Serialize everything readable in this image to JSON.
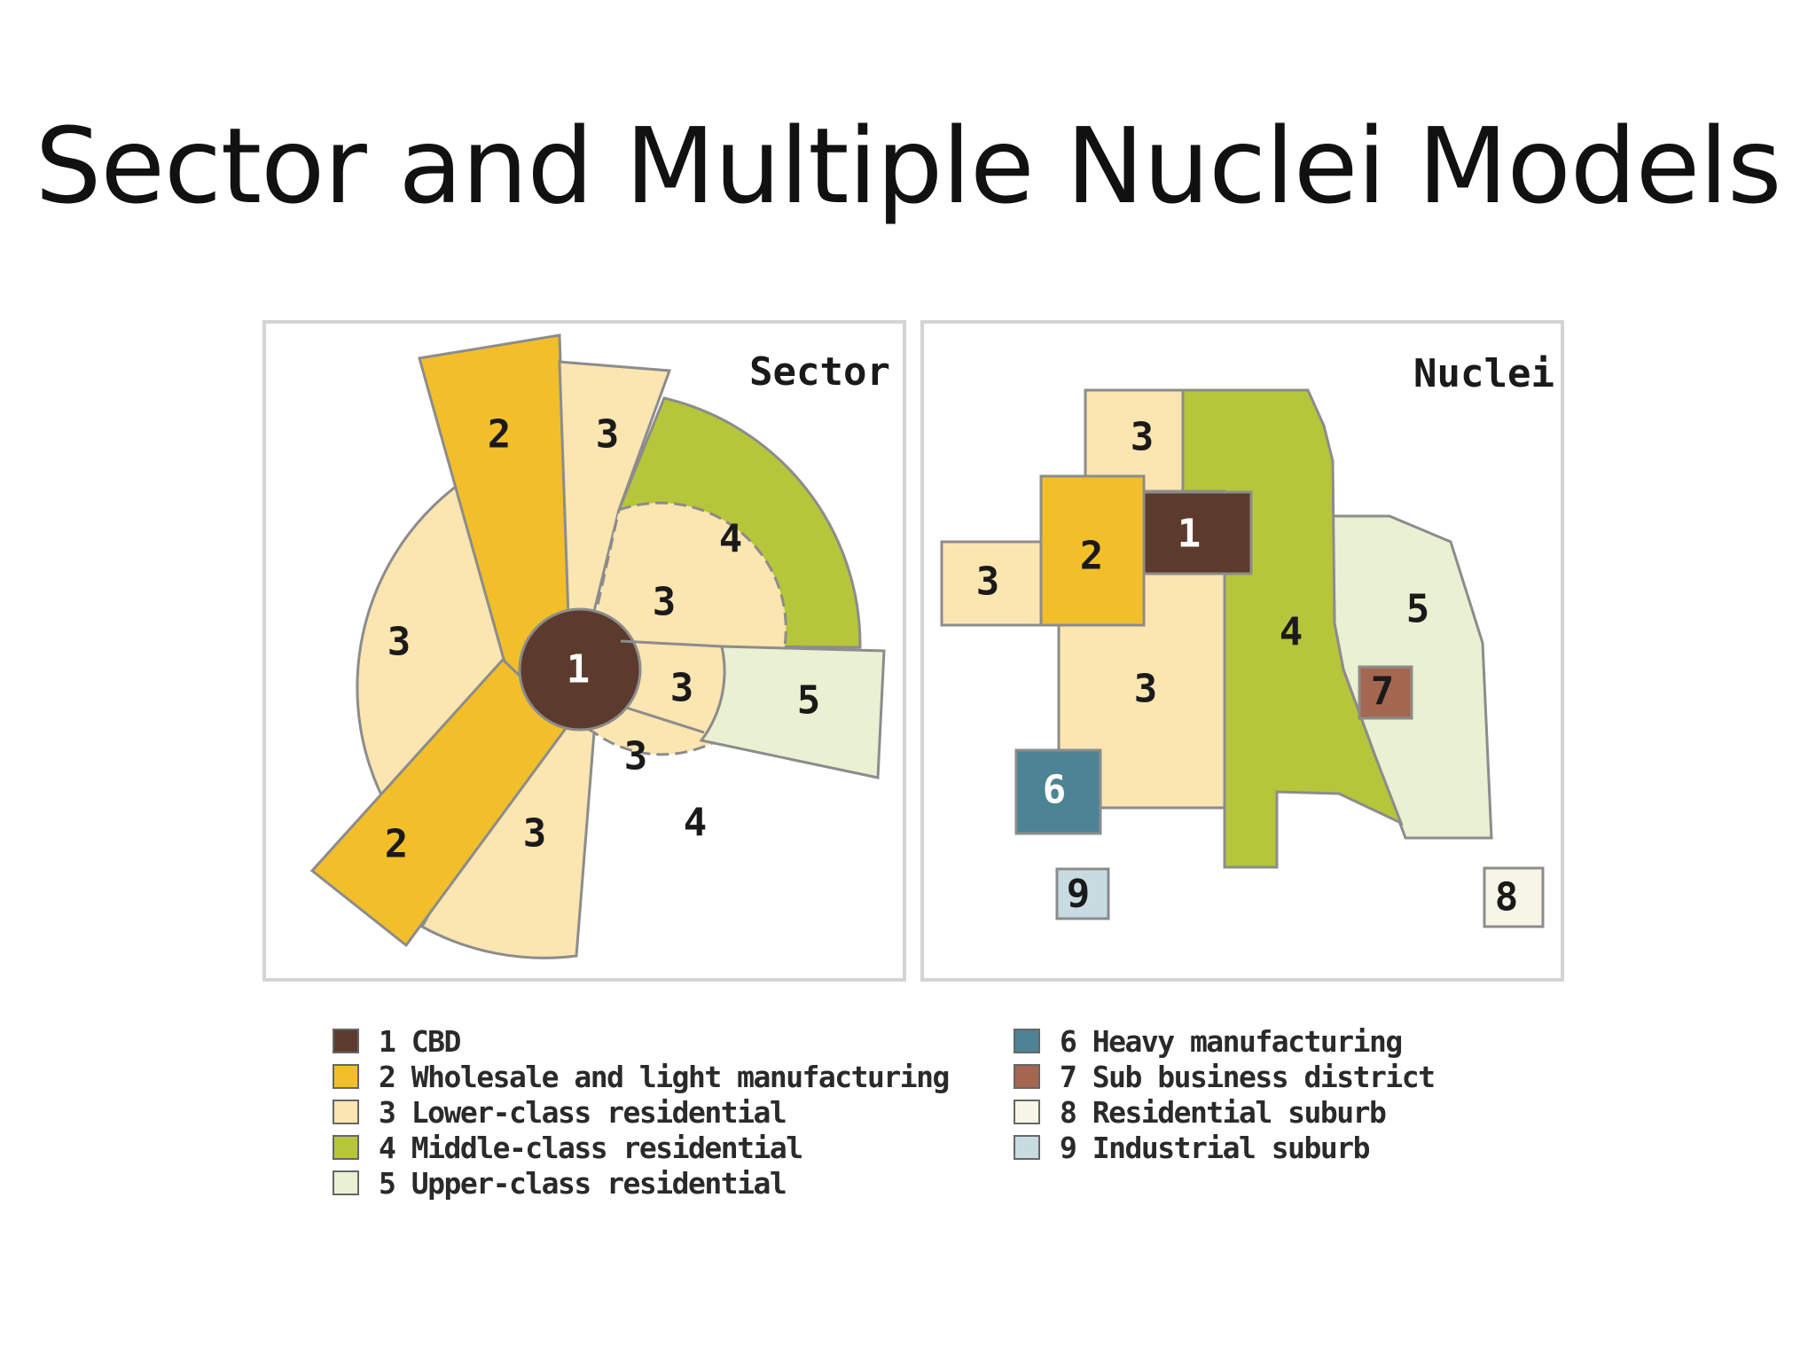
{
  "title": "Sector and Multiple Nuclei Models",
  "colors": {
    "cbd": "#5c3b2e",
    "wholesale": "#f2bf2a",
    "lower": "#fbe5b0",
    "middle": "#b6c63a",
    "upper": "#eaf0d2",
    "heavy": "#4d8495",
    "subbusiness": "#a56750",
    "residential_suburb": "#f7f6e6",
    "industrial_suburb": "#c8dbe1"
  },
  "sector_panel": {
    "title": "Sector",
    "labels": [
      "1",
      "2",
      "2",
      "3",
      "3",
      "3",
      "3",
      "3",
      "3",
      "4",
      "4",
      "5"
    ]
  },
  "nuclei_panel": {
    "title": "Nuclei",
    "labels": [
      "1",
      "2",
      "3",
      "3",
      "3",
      "4",
      "5",
      "6",
      "7",
      "8",
      "9"
    ]
  },
  "legend_left": [
    {
      "label": "1 CBD",
      "color": "#5c3b2e"
    },
    {
      "label": "2 Wholesale and light manufacturing",
      "color": "#f2bf2a"
    },
    {
      "label": "3 Lower-class residential",
      "color": "#fbe5b0"
    },
    {
      "label": "4 Middle-class residential",
      "color": "#b6c63a"
    },
    {
      "label": "5 Upper-class residential",
      "color": "#eaf0d2"
    }
  ],
  "legend_right": [
    {
      "label": "6 Heavy manufacturing",
      "color": "#4d8495"
    },
    {
      "label": "7 Sub business district",
      "color": "#a56750"
    },
    {
      "label": "8 Residential suburb",
      "color": "#f7f6e6"
    },
    {
      "label": "9 Industrial suburb",
      "color": "#c8dbe1"
    }
  ]
}
